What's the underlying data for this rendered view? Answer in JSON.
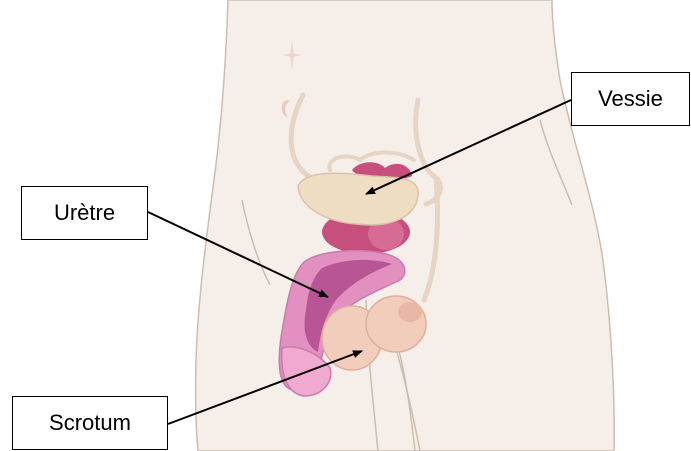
{
  "labels": {
    "vessie": "Vessie",
    "uretre": "Urètre",
    "scrotum": "Scrotum"
  },
  "colors": {
    "skin": "#f6efe9",
    "outline": "#cbbdb2",
    "bladder": "#eedcc3",
    "prostate": "#c64f7d",
    "penis": "#e190c0",
    "urethra_channel": "#b85595",
    "testis": "#f2cdbb",
    "ureter": "#e6d4c4",
    "arrow": "#000000"
  }
}
